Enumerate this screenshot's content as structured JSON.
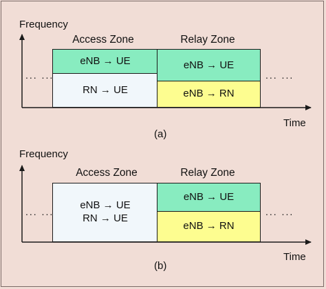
{
  "colors": {
    "background": "#f1ddd6",
    "teal": "#88ecc0",
    "yellow": "#fdfd90",
    "light": "#f1f7fb",
    "axis": "#1a1a1a"
  },
  "panel_a": {
    "y_axis_label": "Frequency",
    "x_axis_label": "Time",
    "caption": "(a)",
    "access_zone_label": "Access Zone",
    "relay_zone_label": "Relay Zone",
    "access_top": "eNB → UE",
    "access_bottom": "RN → UE",
    "relay_top": "eNB → UE",
    "relay_bottom": "eNB → RN",
    "dots_left": "... ...",
    "dots_right": "... ..."
  },
  "panel_b": {
    "y_axis_label": "Frequency",
    "x_axis_label": "Time",
    "caption": "(b)",
    "access_zone_label": "Access Zone",
    "relay_zone_label": "Relay Zone",
    "access_line1": "eNB → UE",
    "access_line2": "RN → UE",
    "relay_top": "eNB → UE",
    "relay_bottom": "eNB → RN",
    "dots_left": "... ...",
    "dots_right": "... ..."
  }
}
